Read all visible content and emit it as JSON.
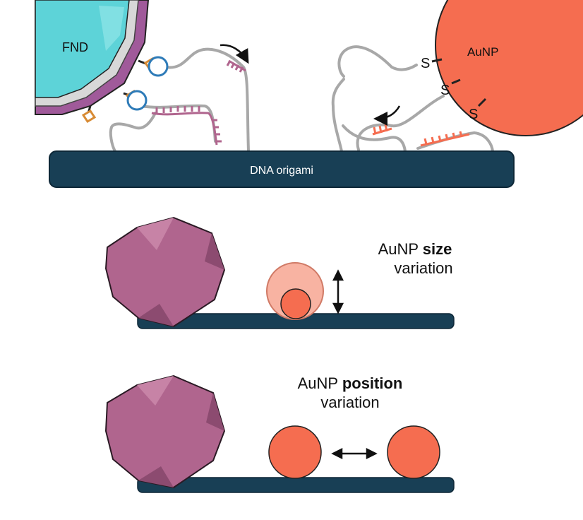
{
  "labels": {
    "fnd": "FND",
    "aunp": "AuNP",
    "origami": "DNA origami",
    "thiol": "S"
  },
  "panel_size": {
    "line1_normal": "AuNP ",
    "line1_bold": "size",
    "line2": "variation"
  },
  "panel_position": {
    "line1_normal": "AuNP ",
    "line1_bold": "position",
    "line2": "variation"
  },
  "colors": {
    "fnd_fill": "#5dd3d8",
    "fnd_shell": "#a05a9a",
    "aunp": "#f56d50",
    "aunp_light": "#f8b3a2",
    "origami": "#183f55",
    "strand": "#a8a8a8",
    "biotin": "#d88b34",
    "streptavidin": "#2e7bb8",
    "diamond": "#b0658e"
  }
}
